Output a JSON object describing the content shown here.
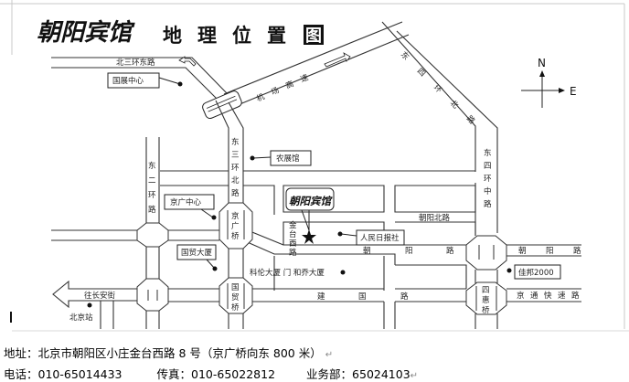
{
  "title": {
    "hotel_name": "朝阳宾馆",
    "subtitle": [
      "地",
      "理",
      "位",
      "置",
      "图"
    ]
  },
  "compass": {
    "north": "N",
    "east": "E"
  },
  "roads": {
    "bei_san_huan_dong": "北三环东路",
    "jichang_gaosu": [
      "机",
      "场",
      "高",
      "速"
    ],
    "dong_si_huan_bei": [
      "东",
      "四",
      "环",
      "北",
      "路"
    ],
    "dong_si_huan_zhong": [
      "东",
      "四",
      "环",
      "中",
      "路"
    ],
    "dong_san_huan_bei": [
      "东",
      "三",
      "环",
      "北",
      "路"
    ],
    "dong_er_huan": [
      "东",
      "二",
      "环",
      "路"
    ],
    "jintai_xi": [
      "金",
      "台",
      "西",
      "路"
    ],
    "chaoyang_bei": "朝阳北路",
    "chaoyang_lu_mid": [
      "朝",
      "阳",
      "路"
    ],
    "chaoyang_lu_east": [
      "朝",
      "阳",
      "路"
    ],
    "jianguo_lu": [
      "建",
      "国",
      "路"
    ],
    "jingtong_kuaisu": [
      "京",
      "通",
      "快",
      "速",
      "路"
    ],
    "wang_changan": "往长安街"
  },
  "bridges": {
    "jingguang": [
      "京",
      "广",
      "桥"
    ],
    "guomao": [
      "国",
      "贸",
      "桥"
    ],
    "sihui": [
      "四",
      "惠",
      "桥"
    ]
  },
  "landmarks": {
    "guozhan": "国展中心",
    "nongzhan": "农展馆",
    "jingguang_center": "京广中心",
    "guomao_building": "国贸大厦",
    "renmin_ribao": "人民日报社",
    "kelun_hejiao": "科伦大厦  门 和乔大厦",
    "jiabang": "佳邦2000",
    "beijing_station": "北京站",
    "hotel_label": "朝阳宾馆"
  },
  "footer": {
    "address_label": "地址：",
    "address": "北京市朝阳区小庄金台西路 8 号（京广桥向东 800 米）",
    "phone_label": "电话：",
    "phone": "010-65014433",
    "fax_label": "传真：",
    "fax": "010-65022812",
    "sales_label": "业务部：",
    "sales": "65024103",
    "return_mark": "↵"
  }
}
